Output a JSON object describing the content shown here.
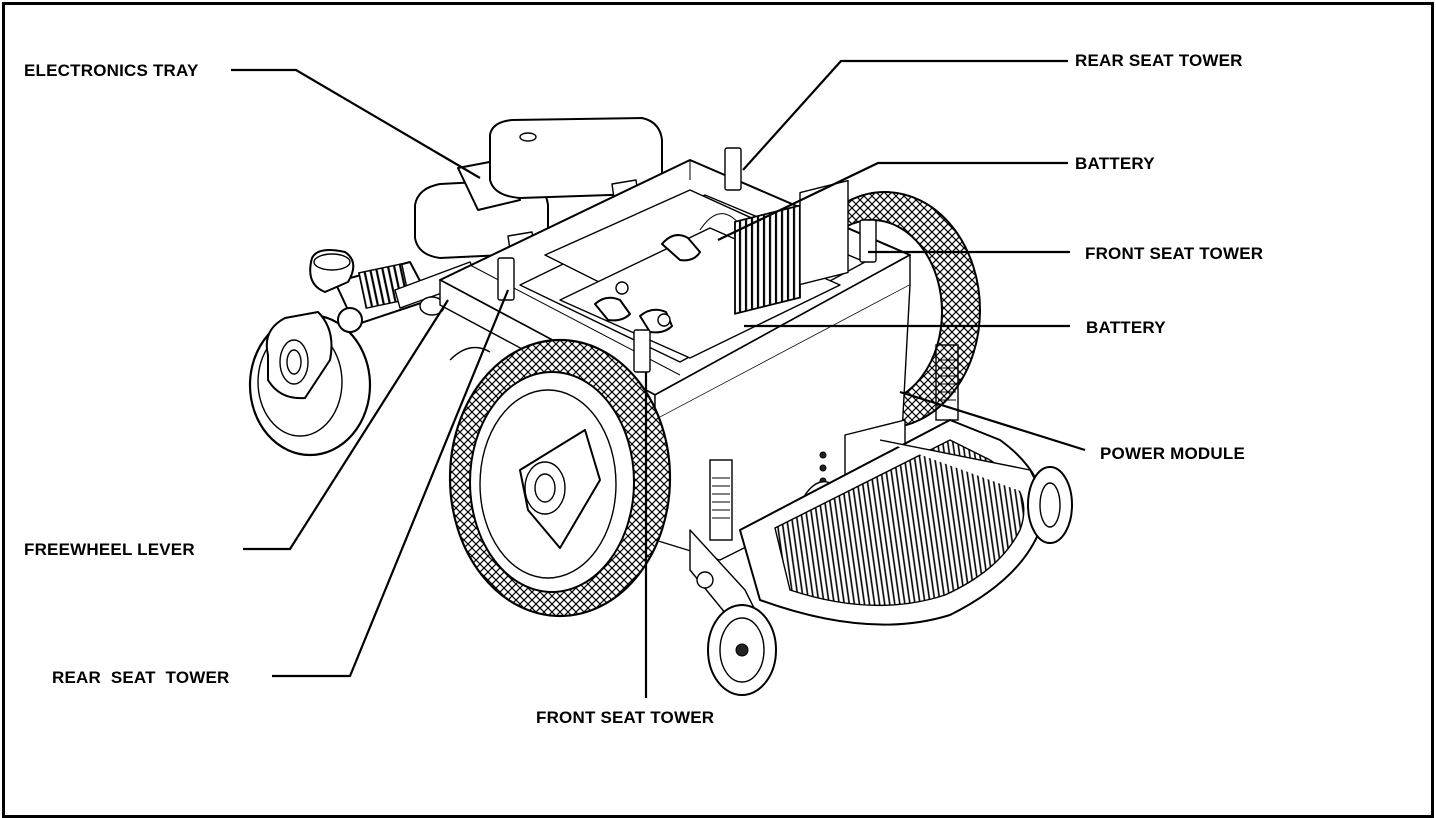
{
  "figure": {
    "labels": {
      "electronics_tray": "ELECTRONICS TRAY",
      "rear_seat_tower_top": "REAR SEAT TOWER",
      "battery_upper": "BATTERY",
      "front_seat_tower_right": "FRONT SEAT TOWER",
      "battery_lower": "BATTERY",
      "power_module": "POWER MODULE",
      "freewheel_lever": "FREEWHEEL LEVER",
      "rear_seat_tower_bottom": "REAR  SEAT  TOWER",
      "front_seat_tower_bottom": "FRONT SEAT TOWER"
    }
  }
}
